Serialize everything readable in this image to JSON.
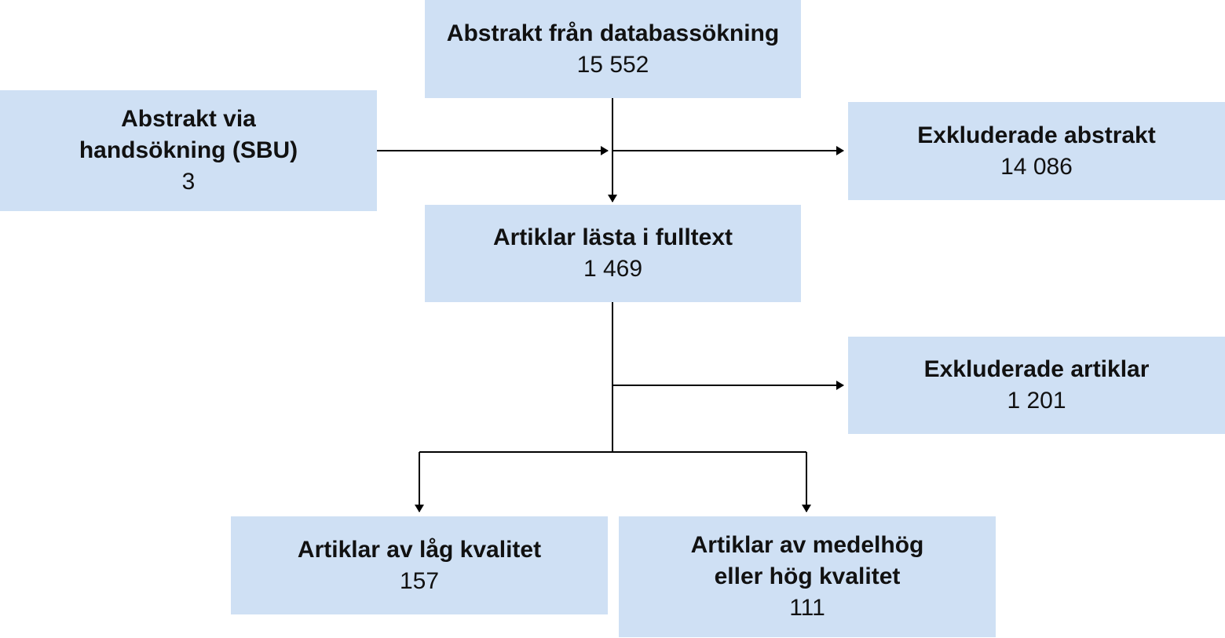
{
  "boxes": {
    "database": {
      "label": "Abstrakt från databassökning",
      "count": "15 552"
    },
    "hand_search": {
      "label_line1": "Abstrakt via",
      "label_line2": "handsökning (SBU)",
      "count": "3"
    },
    "excluded_abstracts": {
      "label": "Exkluderade abstrakt",
      "count": "14 086"
    },
    "fulltext": {
      "label": "Artiklar lästa i fulltext",
      "count": "1 469"
    },
    "excluded_articles": {
      "label": "Exkluderade artiklar",
      "count": "1 201"
    },
    "low_quality": {
      "label": "Artiklar av låg kvalitet",
      "count": "157"
    },
    "medium_high_quality": {
      "label_line1": "Artiklar av medelhög",
      "label_line2": "eller hög kvalitet",
      "count": "111"
    }
  },
  "colors": {
    "box_fill": "#cfe0f4",
    "line": "#000000"
  }
}
